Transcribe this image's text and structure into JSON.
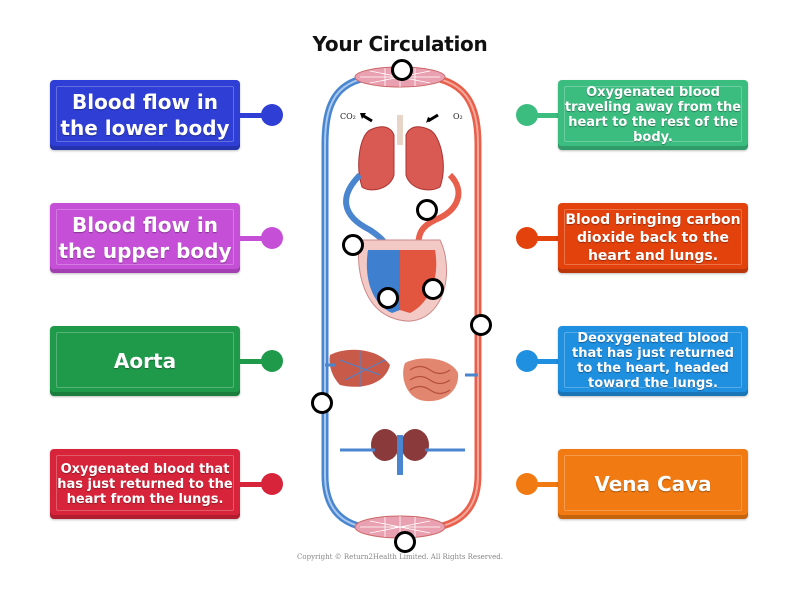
{
  "title": "Your Circulation",
  "copyright": "Copyright © Return2Health Limited. All Rights Reserved.",
  "diagram_labels": {
    "co2": "CO₂",
    "o2": "O₂"
  },
  "colors": {
    "blue": "#2f3fd6",
    "violet": "#c64fd8",
    "green_dark": "#1f9a4a",
    "crimson": "#d8243a",
    "mint": "#3cbd80",
    "red_orange": "#e4420d",
    "sky": "#1f8fe0",
    "orange": "#f27a12",
    "vessel_blue": "#4a86cf",
    "vessel_red": "#e8604c"
  },
  "left_cards": [
    {
      "label": "Blood flow in the lower body"
    },
    {
      "label": "Blood flow in the upper body"
    },
    {
      "label": "Aorta"
    },
    {
      "label": "Oxygenated blood that has just returned to the heart from the lungs."
    }
  ],
  "right_cards": [
    {
      "label": "Oxygenated blood traveling away from the heart to the rest of the body."
    },
    {
      "label": "Blood bringing carbon dioxide back to the heart and lungs."
    },
    {
      "label": "Deoxygenated blood that has just returned to the heart, headed toward the lungs."
    },
    {
      "label": "Vena Cava"
    }
  ]
}
